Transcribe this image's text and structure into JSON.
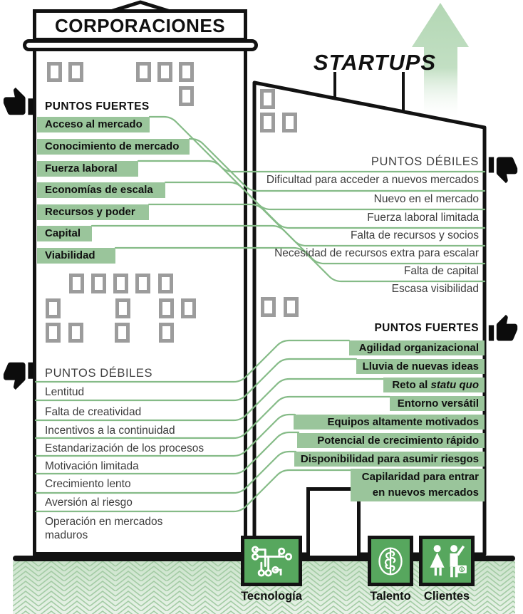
{
  "colors": {
    "highlight_green": "#9ac59b",
    "connector_green": "#85bb87",
    "icon_green": "#57a75e",
    "arrow_green": "#b3d7b4",
    "pattern_green": "#a3cba4",
    "window_gray": "#9c9c9c",
    "ink_black": "#121212"
  },
  "left_building": {
    "title": "CORPORACIONES",
    "fuertes": {
      "header": "PUNTOS FUERTES",
      "items": [
        "Acceso al mercado",
        "Conocimiento de mercado",
        "Fuerza laboral",
        "Economías de escala",
        "Recursos y poder",
        "Capital",
        "Viabilidad"
      ]
    },
    "debiles": {
      "header": "PUNTOS DÉBILES",
      "items": [
        "Lentitud",
        "Falta de creatividad",
        "Incentivos a la continuidad",
        "Estandarización de los procesos",
        "Motivación limitada",
        "Crecimiento lento",
        "Aversión al riesgo",
        "Operación en mercados maduros"
      ]
    }
  },
  "right_building": {
    "title": "STARTUPS",
    "debiles": {
      "header": "PUNTOS DÉBILES",
      "items": [
        "Dificultad para acceder a nuevos mercados",
        "Nuevo en el mercado",
        "Fuerza laboral limitada",
        "Falta de recursos y socios",
        "Necesidad de recursos extra para escalar",
        "Falta de capital",
        "Escasa visibilidad"
      ]
    },
    "fuertes": {
      "header": "PUNTOS FUERTES",
      "items": [
        {
          "label": "Agilidad organizacional",
          "italic": ""
        },
        {
          "label": "Lluvia de nuevas ideas",
          "italic": ""
        },
        {
          "label": "Reto al ",
          "italic": "statu quo"
        },
        {
          "label": "Entorno versátil",
          "italic": ""
        },
        {
          "label": "Equipos altamente motivados",
          "italic": ""
        },
        {
          "label": "Potencial de crecimiento rápido",
          "italic": ""
        },
        {
          "label": "Disponibilidad para asumir riesgos",
          "italic": ""
        },
        {
          "label": "Capilaridad para entrar en nuevos mercados",
          "italic": ""
        }
      ]
    }
  },
  "foundations": {
    "items": [
      {
        "label": "Tecnología",
        "icon": "circuit-icon"
      },
      {
        "label": "Talento",
        "icon": "brain-icon"
      },
      {
        "label": "Clientes",
        "icon": "clients-icon"
      }
    ]
  }
}
